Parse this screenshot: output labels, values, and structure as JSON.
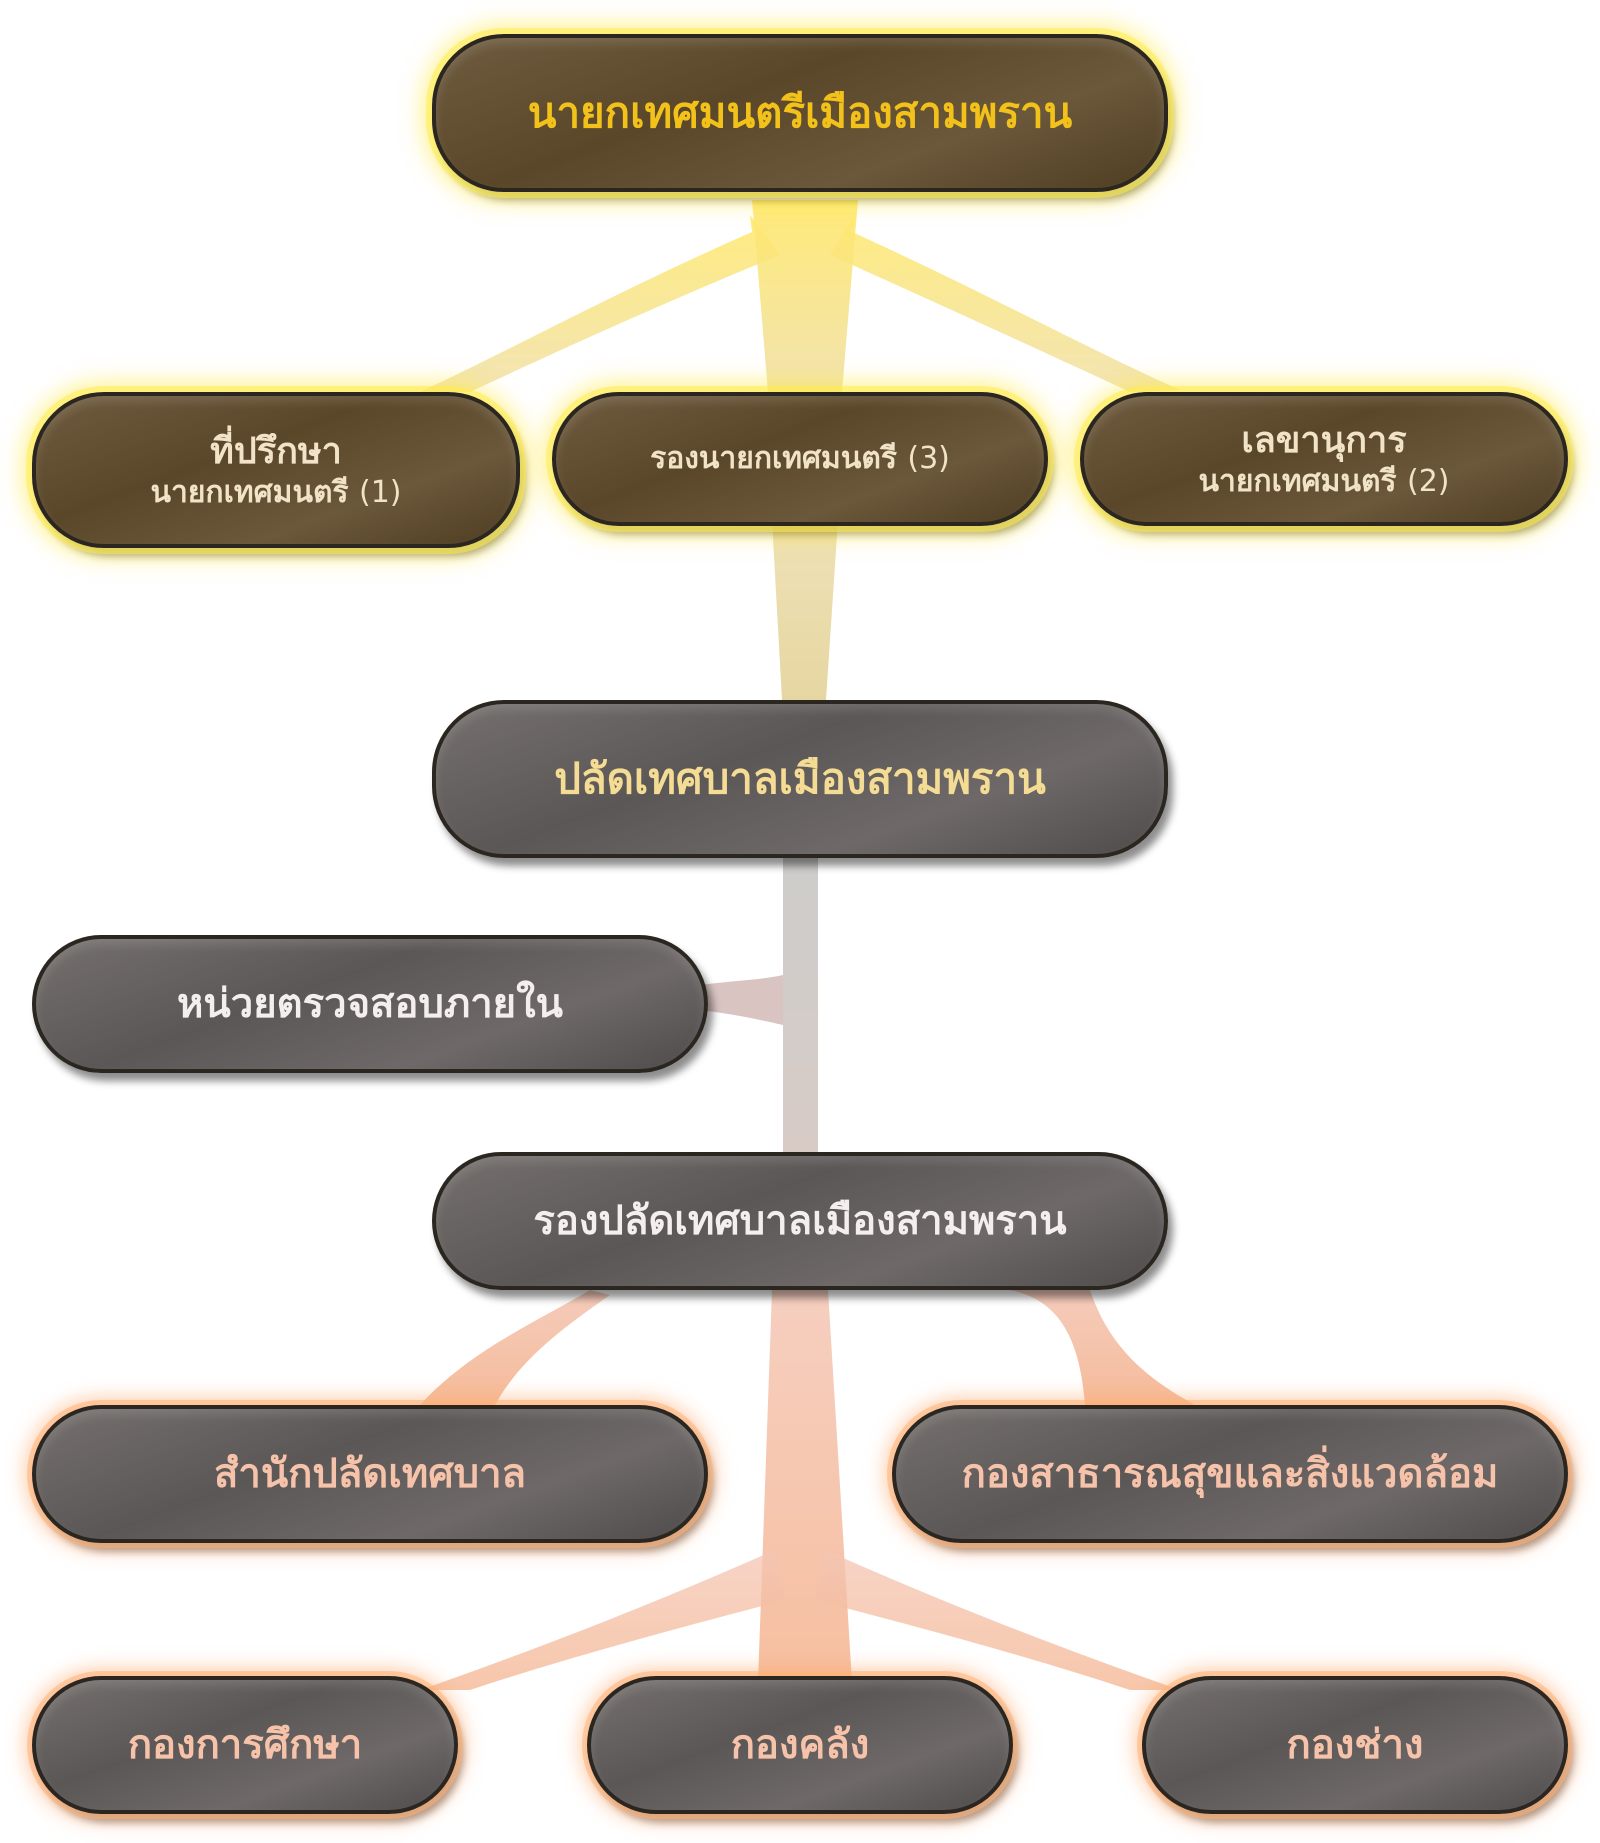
{
  "mayor": {
    "title": "นายกเทศมนตรีเมืองสามพราน"
  },
  "advisor": {
    "line1": "ที่ปรึกษา",
    "line2": "นายกเทศมนตรี",
    "count": "(1)"
  },
  "deputy_mayor": {
    "label": "รองนายกเทศมนตรี",
    "count": "(3)"
  },
  "secretary": {
    "line1": "เลขานุการ",
    "line2": "นายกเทศมนตรี",
    "count": "(2)"
  },
  "clerk": {
    "title": "ปลัดเทศบาลเมืองสามพราน"
  },
  "internal_audit": {
    "title": "หน่วยตรวจสอบภายใน"
  },
  "deputy_clerk": {
    "title": "รองปลัดเทศบาลเมืองสามพราน"
  },
  "office_clerk": {
    "title": "สำนักปลัดเทศบาล"
  },
  "public_health": {
    "title": "กองสาธารณสุขและสิ่งแวดล้อม"
  },
  "education": {
    "title": "กองการศึกษา"
  },
  "finance": {
    "title": "กองคลัง"
  },
  "engineering": {
    "title": "กองช่าง"
  },
  "colors": {
    "mayor_text": "#f2c21a",
    "clerk_text": "#f4dc94",
    "division_text": "#f6c3aa",
    "brown_node": "#5a4628",
    "grey_node": "#5b5756",
    "yellow_glow": "#ffe83c",
    "orange_glow": "#ffaa6e"
  }
}
